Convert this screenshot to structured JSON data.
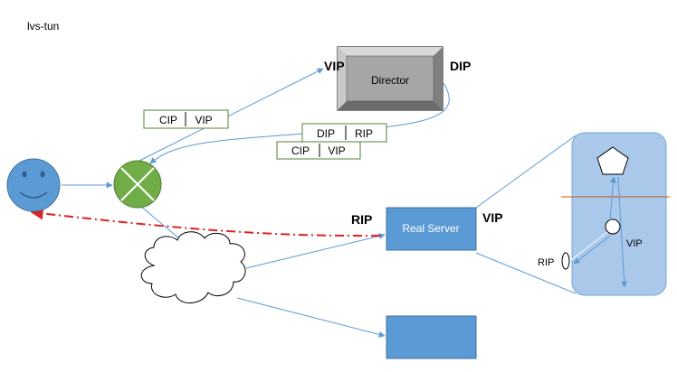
{
  "title": "lvs-tun",
  "director": {
    "label": "Director",
    "left_ip": "VIP",
    "right_ip": "DIP"
  },
  "packets": {
    "client_request": [
      "CIP",
      "VIP"
    ],
    "tunnel_outer": [
      "DIP",
      "RIP"
    ],
    "tunnel_inner": [
      "CIP",
      "VIP"
    ]
  },
  "real_server": {
    "label": "Real Server",
    "left_ip": "RIP",
    "right_ip": "VIP"
  },
  "detail": {
    "rip_label": "RIP",
    "vip_label": "VIP"
  },
  "colors": {
    "client": "#5b9bd5",
    "router": "#70ad47",
    "packet_border": "#548235",
    "server": "#5b9bd5",
    "link": "#5b9bd5",
    "director": "#a6a6a6",
    "return_path": "#e02020",
    "detail_panel": "#a9c8ea",
    "divider": "#c55a11"
  }
}
